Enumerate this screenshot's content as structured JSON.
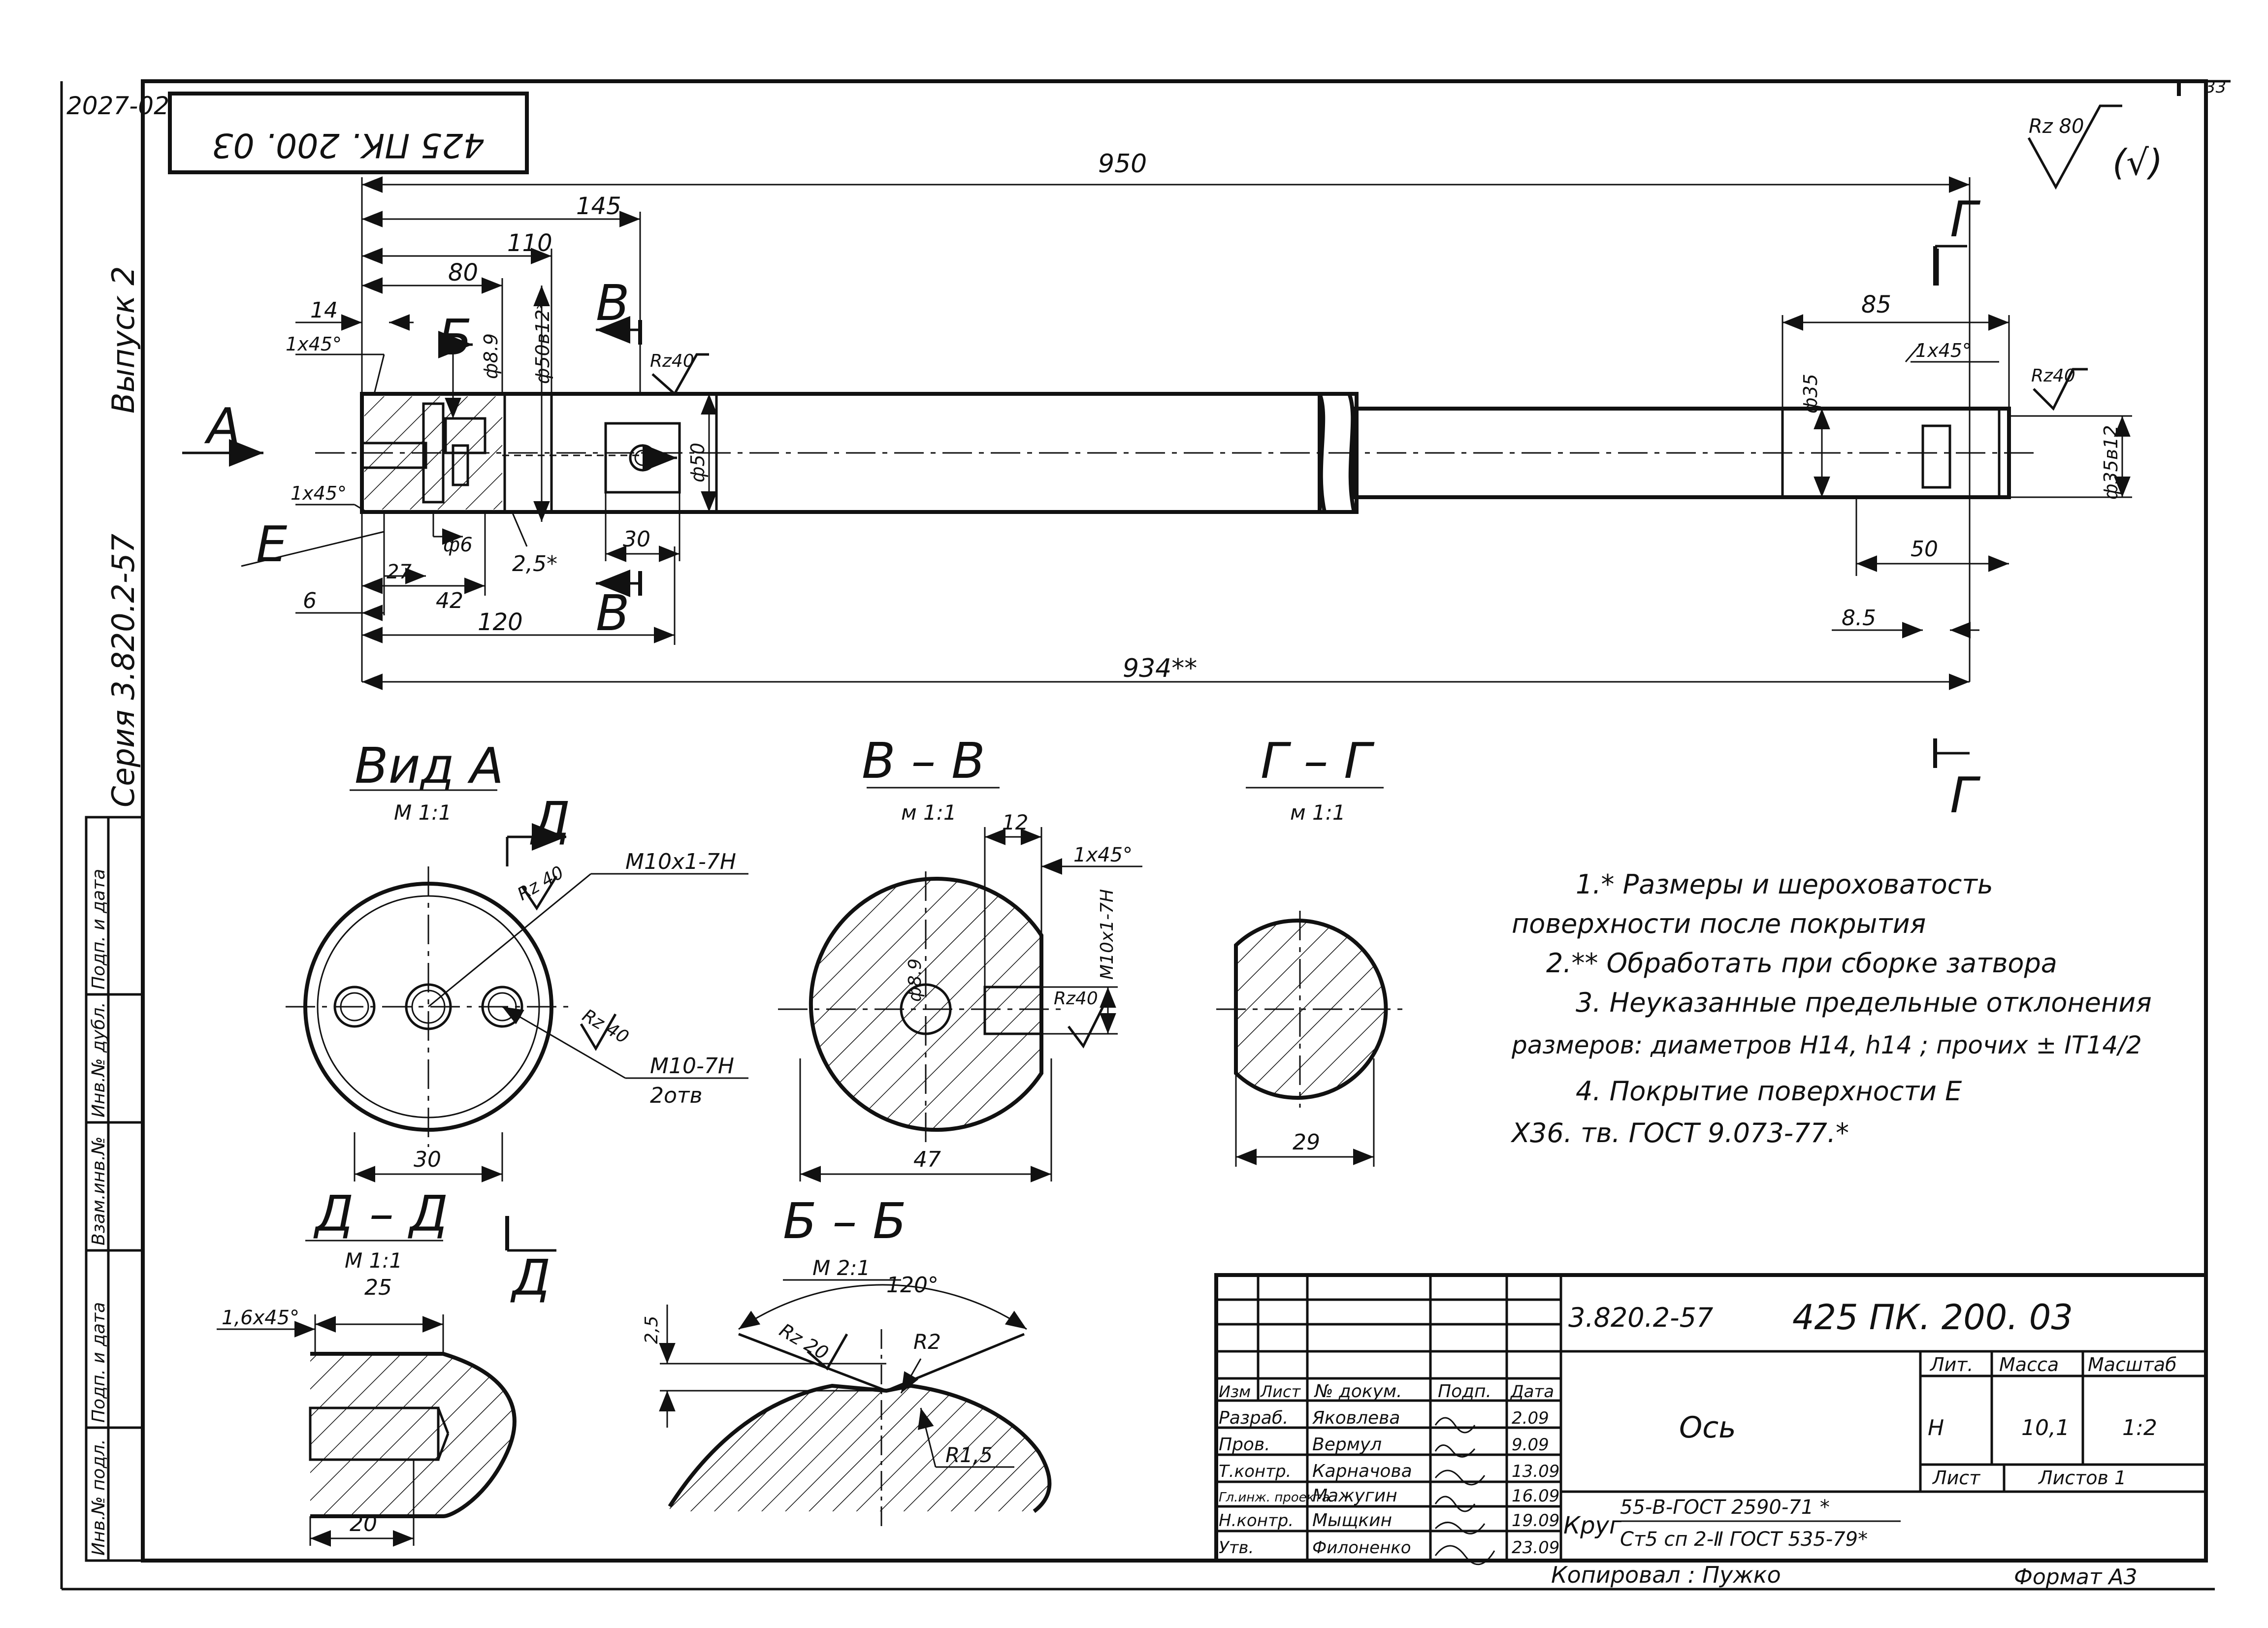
{
  "sheet": {
    "archive_number": "2027-02",
    "page_number": "33",
    "stamp_code": "425 ПК. 200. 03",
    "series": "Серия 3.820.2-57",
    "issue": "Выпуск 2",
    "roughness_general": "Rz 80",
    "roughness_general_suffix": "(√)"
  },
  "side_strip": [
    "Подп. и дата",
    "Инв.№ дубл.",
    "Взам.инв.№",
    "Подп. и дата",
    "Инв.№ подл."
  ],
  "main_view": {
    "dims": {
      "d950": "950",
      "d145": "145",
      "d110": "110",
      "d80": "80",
      "d14": "14",
      "d85": "85",
      "d6": "6",
      "d27": "27",
      "d42": "42",
      "d120": "120",
      "d30": "30",
      "d50": "50",
      "d8_5": "8.5",
      "d934": "934**",
      "chamfer_a": "1x45°",
      "chamfer_b": "1x45°",
      "chamfer_c": "1x45°",
      "dia_8_9": "ф8.9",
      "dia_50b12": "ф50в12*",
      "dia_50": "ф50",
      "dia_35": "ф35",
      "dia_35b12": "ф35в12",
      "dia_6": "ф6",
      "coat_2_5": "2,5*"
    },
    "rz_left": "Rz40",
    "rz_right": "Rz40",
    "labels": {
      "view_a": "А",
      "sec_b_top": "Б",
      "sec_v_top": "В",
      "sec_v_bot": "В",
      "sec_g_top": "Г",
      "sec_g_bot": "Г",
      "surface_e": "Е"
    }
  },
  "view_a": {
    "title": "Вид  А",
    "scale": "М 1:1",
    "sec_d": "Д",
    "rz": "Rz 40",
    "rz2": "Rz 40",
    "thread_1": "М10х1-7Н",
    "thread_2": "М10-7Н",
    "holes": "2отв",
    "dim_30": "30"
  },
  "section_vv": {
    "title": "В – В",
    "scale": "м 1:1",
    "dim_12": "12",
    "chamfer": "1х45°",
    "dia": "ф8.9",
    "thread": "М10х1-7Н",
    "rz": "Rz40",
    "dim_47": "47"
  },
  "section_gg": {
    "title": "Г – Г",
    "scale": "м 1:1",
    "dim_29": "29"
  },
  "section_dd": {
    "title": "Д – Д",
    "scale": "М 1:1",
    "chamfer": "1,6х45°",
    "dim_25": "25",
    "dim_20": "20",
    "cut_label": "Д"
  },
  "section_bb": {
    "title": "Б – Б",
    "scale": "М 2:1",
    "angle": "120°",
    "dim_2_5": "2,5",
    "rz": "Rz 20",
    "r2": "R2",
    "r1_5": "R1,5"
  },
  "notes": [
    "1.* Размеры и шероховатость",
    "поверхности после  покрытия",
    "2.** Обработать при сборке затвора",
    "3.  Неуказанные предельные отклонения",
    "размеров: диаметров Н14,  h14 ; прочих ± IT14/2",
    "4.  Покрытие поверхности Е",
    "Х36. тв.  ГОСТ 9.073-77.*"
  ],
  "title_block": {
    "designation_series": "3.820.2-57",
    "designation": "425 ПК. 200. 03",
    "part_name": "Ось",
    "col_headers": [
      "Изм",
      "Лист",
      "№ докум.",
      "Подп.",
      "Дата"
    ],
    "rows": [
      {
        "role": "Разраб.",
        "name": "Яковлева",
        "date": "2.09"
      },
      {
        "role": "Пров.",
        "name": "Вермул",
        "date": "9.09"
      },
      {
        "role": "Т.контр.",
        "name": "Карначова",
        "date": "13.09"
      },
      {
        "role": "Гл.инж. проекта",
        "name": "Мажугин",
        "date": "16.09"
      },
      {
        "role": "Н.контр.",
        "name": "Мыщкин",
        "date": "19.09"
      },
      {
        "role": "Утв.",
        "name": "Филоненко",
        "date": "23.09"
      }
    ],
    "lit_header": "Лит.",
    "mass_header": "Масса",
    "scale_header": "Масштаб",
    "lit_value": "Н",
    "mass_value": "10,1",
    "scale_value": "1:2",
    "sheet_label": "Лист",
    "sheets_label": "Листов 1",
    "material_prefix": "Круг",
    "material_top": "55-В-ГОСТ 2590-71 *",
    "material_bottom": "Ст5 сп 2-Ⅱ ГОСТ 535-79*",
    "copied_by": "Копировал :   Пужко",
    "format": "Формат А3"
  }
}
